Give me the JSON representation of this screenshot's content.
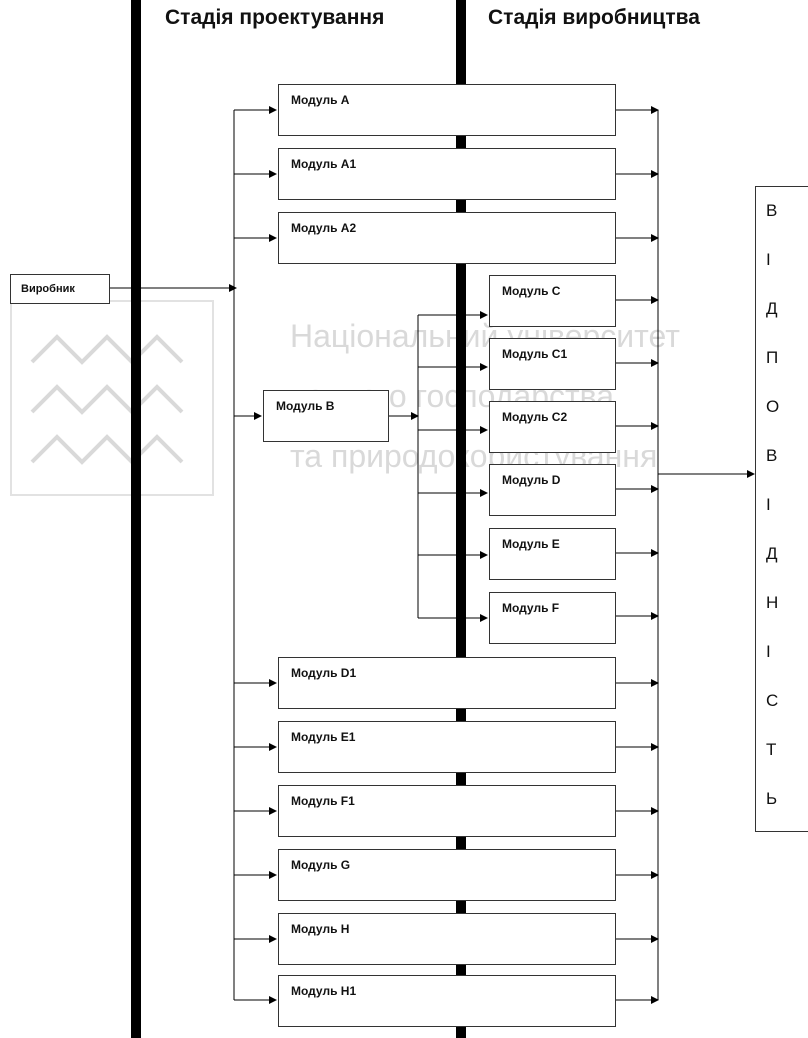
{
  "stages": {
    "design": "Стадія проектування",
    "production": "Стадія виробництва"
  },
  "producer": {
    "label": "Виробник"
  },
  "modules": {
    "top": [
      "Модуль А",
      "Модуль А1",
      "Модуль А2"
    ],
    "b": "Модуль B",
    "b_children": [
      "Модуль С",
      "Модуль С1",
      "Модуль С2",
      "Модуль D",
      "Модуль E",
      "Модуль F"
    ],
    "bottom": [
      "Модуль D1",
      "Модуль E1",
      "Модуль F1",
      "Модуль G",
      "Модуль H",
      "Модуль H1"
    ]
  },
  "result_letters": [
    "В",
    "І",
    "Д",
    "П",
    "О",
    "В",
    "І",
    "Д",
    "Н",
    "І",
    "С",
    "Т",
    "Ь"
  ],
  "watermark": {
    "lines": [
      "Національний університет",
      "водного господарства",
      "та природокористування"
    ]
  },
  "colors": {
    "line": "#000000",
    "box_border": "#333333",
    "watermark": "#d9d9d9"
  }
}
